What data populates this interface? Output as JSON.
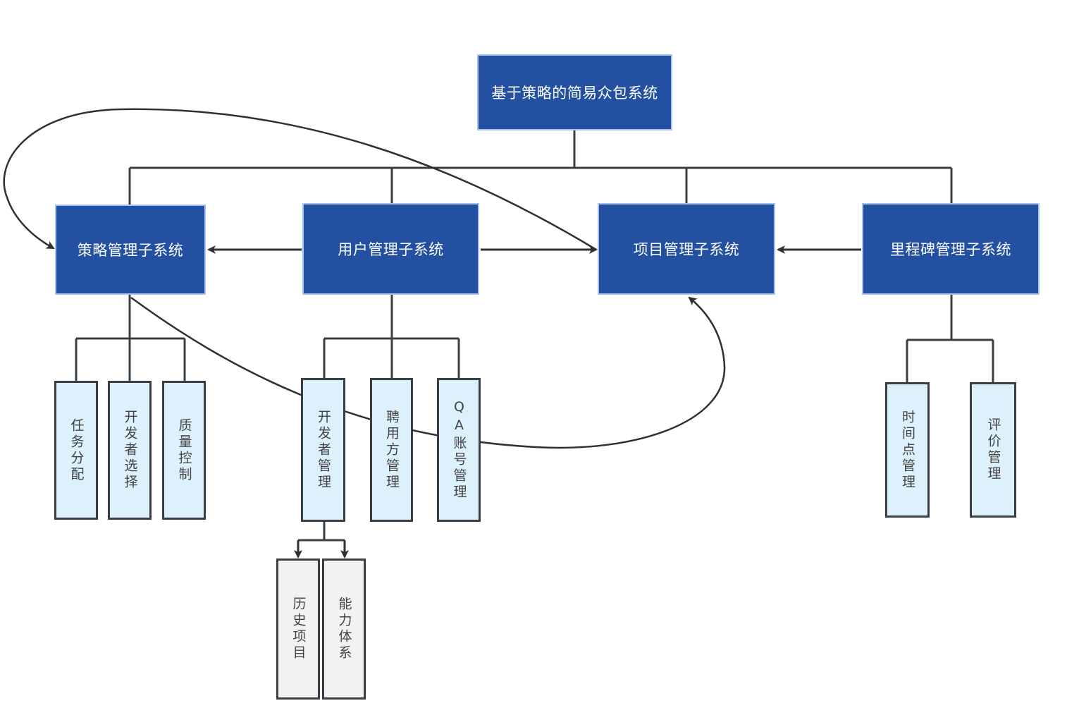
{
  "diagram": {
    "root": {
      "label": "基于策略的简易众包系统"
    },
    "subsystems": [
      {
        "id": "strategy",
        "label": "策略管理子系统"
      },
      {
        "id": "user",
        "label": "用户管理子系统"
      },
      {
        "id": "project",
        "label": "项目管理子系统"
      },
      {
        "id": "milestone",
        "label": "里程碑管理子系统"
      }
    ],
    "modules": {
      "strategy": [
        "任务分配",
        "开发者选择",
        "质量控制"
      ],
      "user": [
        "开发者管理",
        "聘用方管理",
        "QA账号管理"
      ],
      "milestone": [
        "时间点管理",
        "评价管理"
      ]
    },
    "submodules": {
      "developer_management": [
        "历史项目",
        "能力体系"
      ]
    },
    "edges": [
      {
        "from": "用户管理子系统",
        "to": "策略管理子系统",
        "type": "arrow"
      },
      {
        "from": "用户管理子系统",
        "to": "项目管理子系统",
        "type": "arrow"
      },
      {
        "from": "里程碑管理子系统",
        "to": "项目管理子系统",
        "type": "arrow"
      },
      {
        "from": "项目管理子系统",
        "to": "策略管理子系统",
        "type": "curved-arrow"
      },
      {
        "from": "策略管理子系统",
        "to": "项目管理子系统",
        "type": "curved-arrow"
      },
      {
        "from": "开发者管理",
        "to": "历史项目",
        "type": "arrow"
      },
      {
        "from": "开发者管理",
        "to": "能力体系",
        "type": "arrow"
      }
    ],
    "colors": {
      "subsystem_fill": "#2350a0",
      "module_fill": "#ddf1fc",
      "submodule_fill": "#f2f2f2",
      "line": "#3b3f44"
    }
  }
}
